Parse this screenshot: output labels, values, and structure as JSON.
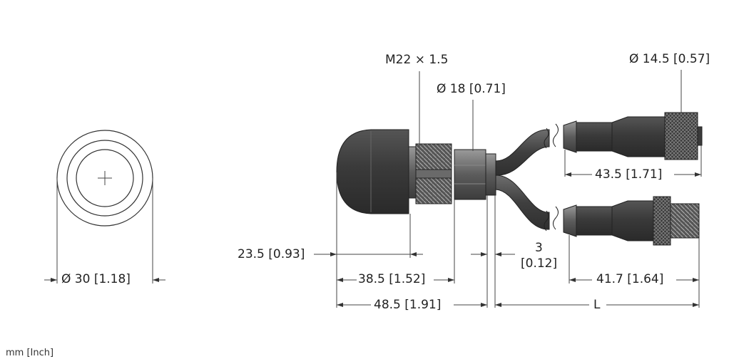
{
  "labels": {
    "thread": "M22 × 1.5",
    "dia_18": "Ø 18 [0.71]",
    "dia_14_5": "Ø 14.5 [0.57]",
    "dia_30": "Ø 30 [1.18]",
    "len_23_5": "23.5 [0.93]",
    "len_38_5": "38.5 [1.52]",
    "len_48_5": "48.5 [1.91]",
    "len_3": "3",
    "len_3_inch": "[0.12]",
    "len_43_5": "43.5 [1.71]",
    "len_41_7": "41.7 [1.64]",
    "len_L": "L"
  },
  "units_note": "mm [Inch]",
  "colors": {
    "housing_dark": "#3a3a3a",
    "housing_mid": "#5a5a5a",
    "knurl": "#2e2e2e",
    "line": "#444444",
    "background": "#ffffff"
  }
}
